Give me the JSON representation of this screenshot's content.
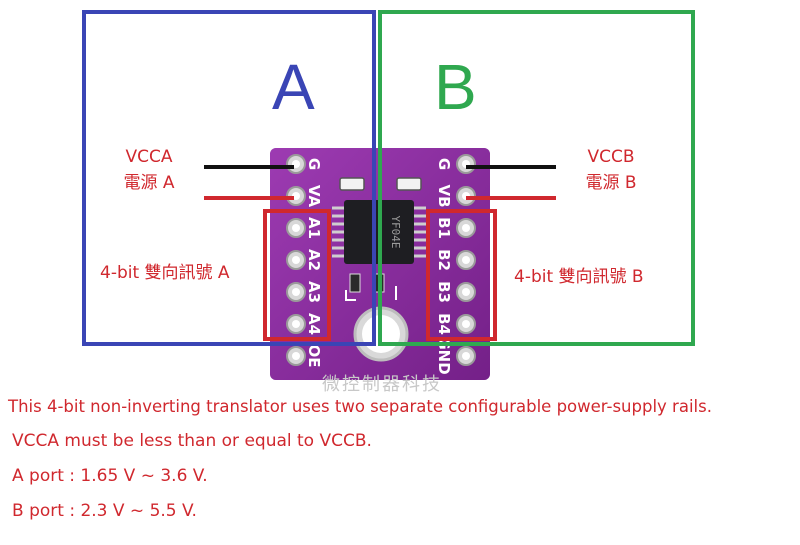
{
  "regions": {
    "a": {
      "letter": "A",
      "color": "#3a45b5"
    },
    "b": {
      "letter": "B",
      "color": "#2fa84f"
    }
  },
  "callouts": {
    "vcca_title": "VCCA",
    "vcca_subtitle": "電源 A",
    "vccb_title": "VCCB",
    "vccb_subtitle": "電源 B",
    "signal_a": "4-bit 雙向訊號 A",
    "signal_b": "4-bit 雙向訊號 B"
  },
  "board": {
    "left_pins": [
      "G",
      "VA",
      "A1",
      "A2",
      "A3",
      "A4",
      "OE"
    ],
    "right_pins": [
      "G",
      "VB",
      "B1",
      "B2",
      "B3",
      "B4",
      "GND"
    ],
    "chip_marking": "YF04E",
    "watermark": "微控制器科技",
    "pcb_color": "#8a2aa0"
  },
  "description": {
    "line1": "This 4-bit non-inverting translator uses two separate configurable power-supply rails.",
    "line2": "VCCA must be less than or equal to VCCB.",
    "line3": "A port :  1.65 V ~ 3.6 V.",
    "line4": "B port :    2.3 V ~ 5.5 V."
  },
  "colors": {
    "label_red": "#d0282e",
    "wire_black": "#111111",
    "wire_red": "#d0282e",
    "highlight_box": "#d0282e"
  }
}
